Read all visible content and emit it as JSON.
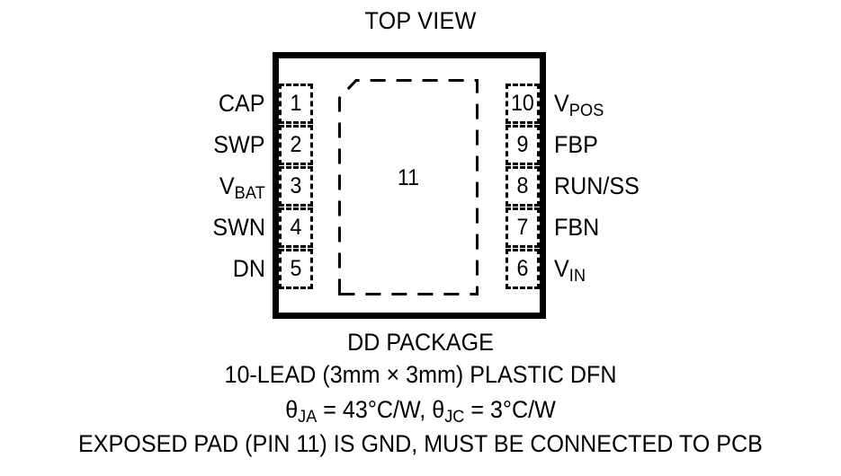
{
  "title": "TOP VIEW",
  "package": {
    "exposed_pad_pin": "11",
    "pins_left": [
      {
        "number": "1",
        "name_base": "CAP",
        "name_sub": ""
      },
      {
        "number": "2",
        "name_base": "SWP",
        "name_sub": ""
      },
      {
        "number": "3",
        "name_base": "V",
        "name_sub": "BAT"
      },
      {
        "number": "4",
        "name_base": "SWN",
        "name_sub": ""
      },
      {
        "number": "5",
        "name_base": "DN",
        "name_sub": ""
      }
    ],
    "pins_right": [
      {
        "number": "10",
        "name_base": "V",
        "name_sub": "POS"
      },
      {
        "number": "9",
        "name_base": "FBP",
        "name_sub": ""
      },
      {
        "number": "8",
        "name_base": "RUN/SS",
        "name_sub": ""
      },
      {
        "number": "7",
        "name_base": "FBN",
        "name_sub": ""
      },
      {
        "number": "6",
        "name_base": "V",
        "name_sub": "IN"
      }
    ]
  },
  "caption": {
    "line1": "DD PACKAGE",
    "line2": "10-LEAD (3mm × 3mm) PLASTIC DFN",
    "line3_theta1_symbol": "θ",
    "line3_theta1_sub": "JA",
    "line3_theta1_value": " = 43°C/W, ",
    "line3_theta2_symbol": "θ",
    "line3_theta2_sub": "JC",
    "line3_theta2_value": " = 3°C/W",
    "line4": "EXPOSED PAD (PIN 11) IS GND, MUST BE CONNECTED TO PCB"
  },
  "colors": {
    "ink": "#000000",
    "background": "#ffffff"
  }
}
